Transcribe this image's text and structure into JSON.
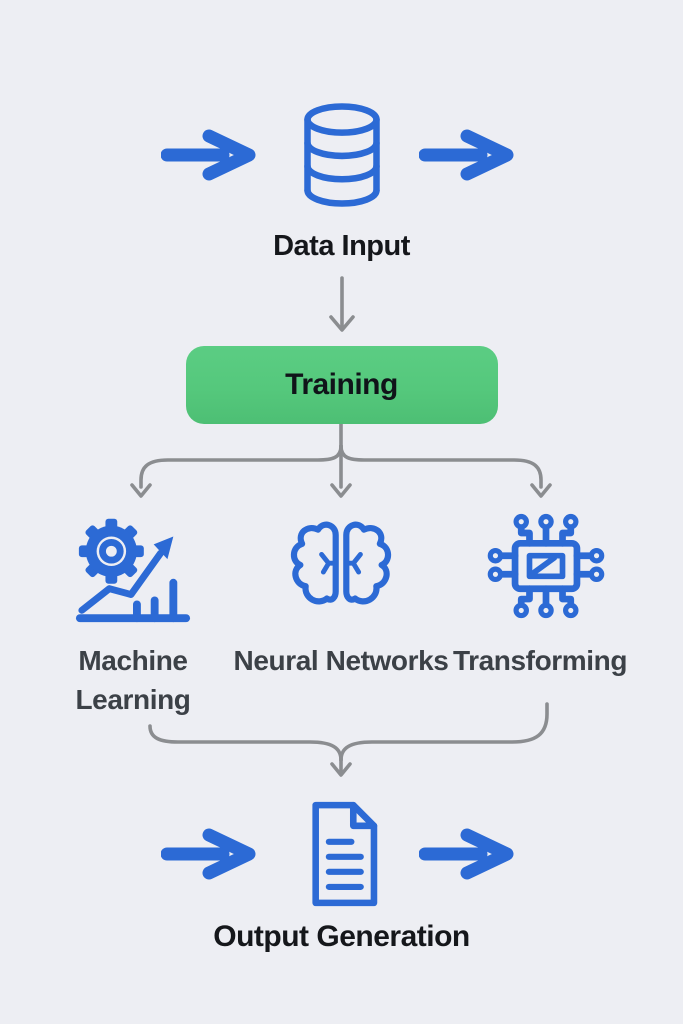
{
  "colors": {
    "background": "#edeef3",
    "accent_blue": "#2c6ad5",
    "training_green": "#55c87c",
    "connector_gray": "#8b8d90",
    "heading_text": "#15171b",
    "branch_text": "#3c4147"
  },
  "flow": {
    "input": {
      "label": "Data Input",
      "icon": "database-icon"
    },
    "process": {
      "label": "Training"
    },
    "branches": [
      {
        "label": "Machine Learning",
        "icon": "gear-chart-icon"
      },
      {
        "label": "Neural Networks",
        "icon": "brain-icon"
      },
      {
        "label": "Transforming",
        "icon": "chip-icon"
      }
    ],
    "output": {
      "label": "Output Generation",
      "icon": "document-icon"
    }
  }
}
